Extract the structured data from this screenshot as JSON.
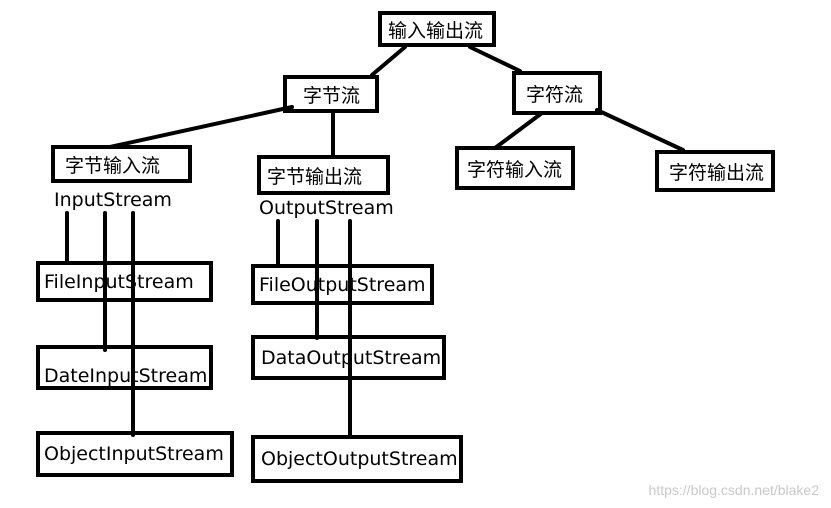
{
  "nodes": {
    "root": "输入输出流",
    "byte_stream": "字节流",
    "char_stream": "字符流",
    "byte_input": "字节输入流",
    "byte_output": "字节输出流",
    "char_input": "字符输入流",
    "char_output": "字符输出流",
    "input_stream": "InputStream",
    "output_stream": "OutputStream",
    "file_input": "FileInputStream",
    "date_input": "DateInputStream",
    "object_input": "ObjectInputStream",
    "file_output": "FileOutputStream",
    "data_output": "DataOutputStream",
    "object_output": "ObjectOutputStream"
  },
  "watermark": "https://blog.csdn.net/blake2"
}
